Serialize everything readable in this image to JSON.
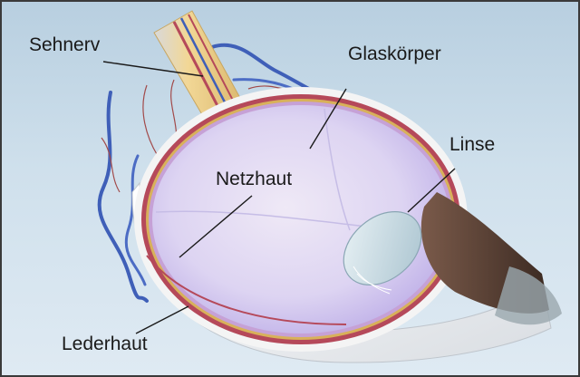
{
  "labels": {
    "sehnerv": "Sehnerv",
    "glaskoerper": "Glaskörper",
    "linse": "Linse",
    "netzhaut": "Netzhaut",
    "lederhaut": "Lederhaut"
  },
  "colors": {
    "background": "#cfe0ec",
    "sclera": "#f2f2f2",
    "retina": "#c9b07a",
    "choroid": "#b5495a",
    "vitreous": "#cfc6ee",
    "lens": "#cfe3ec",
    "vein": "#3f5fb8",
    "artery": "#b5495a",
    "optic_nerve": "#e6c986"
  }
}
